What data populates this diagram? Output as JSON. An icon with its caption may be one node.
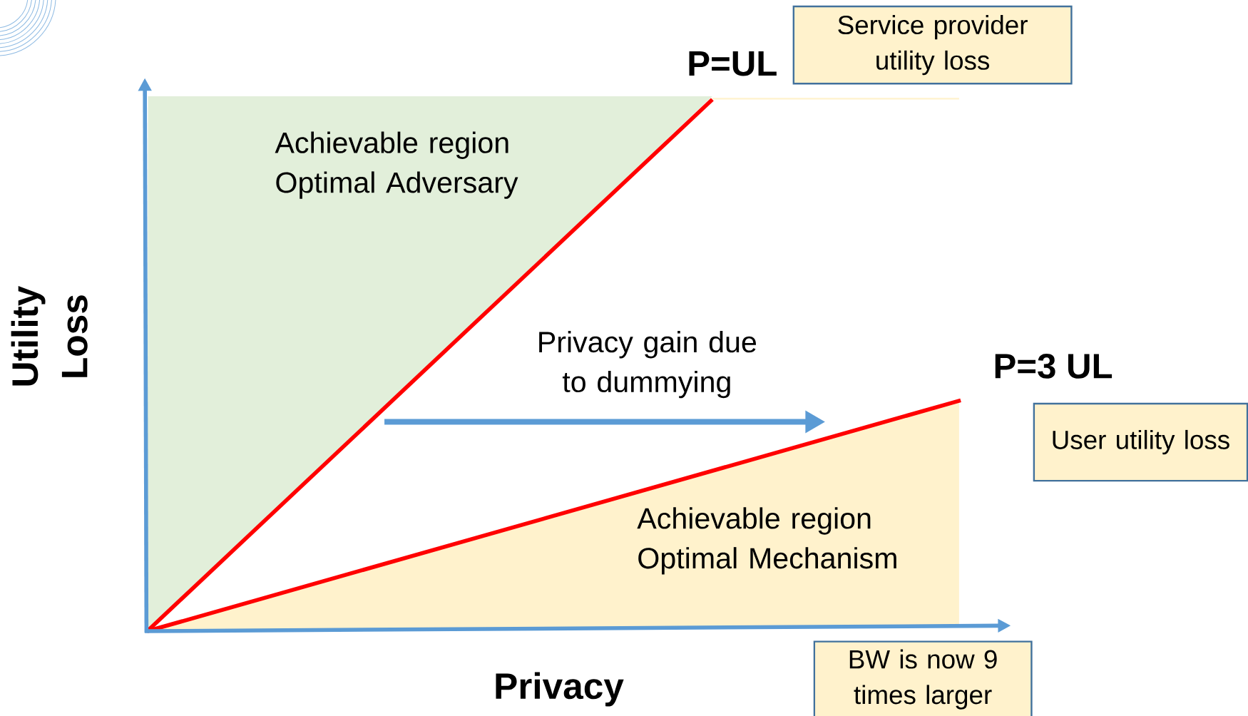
{
  "diagram": {
    "nodes": [
      {
        "text": [
          "Achievable region Optimal Adversary"
        ]
      },
      {
        "text": [
          "Achievable region Optimal Mechanism"
        ]
      },
      {
        "text": [
          "Service provider utility loss"
        ]
      },
      {
        "text": [
          "User utility loss"
        ]
      },
      {
        "text": [
          "BW is now 9 times larger"
        ]
      }
    ],
    "labels": [
      "P=UL",
      "Privacy gain due to dummying",
      "P=3 UL",
      "Utility Loss",
      "Privacy"
    ]
  }
}
